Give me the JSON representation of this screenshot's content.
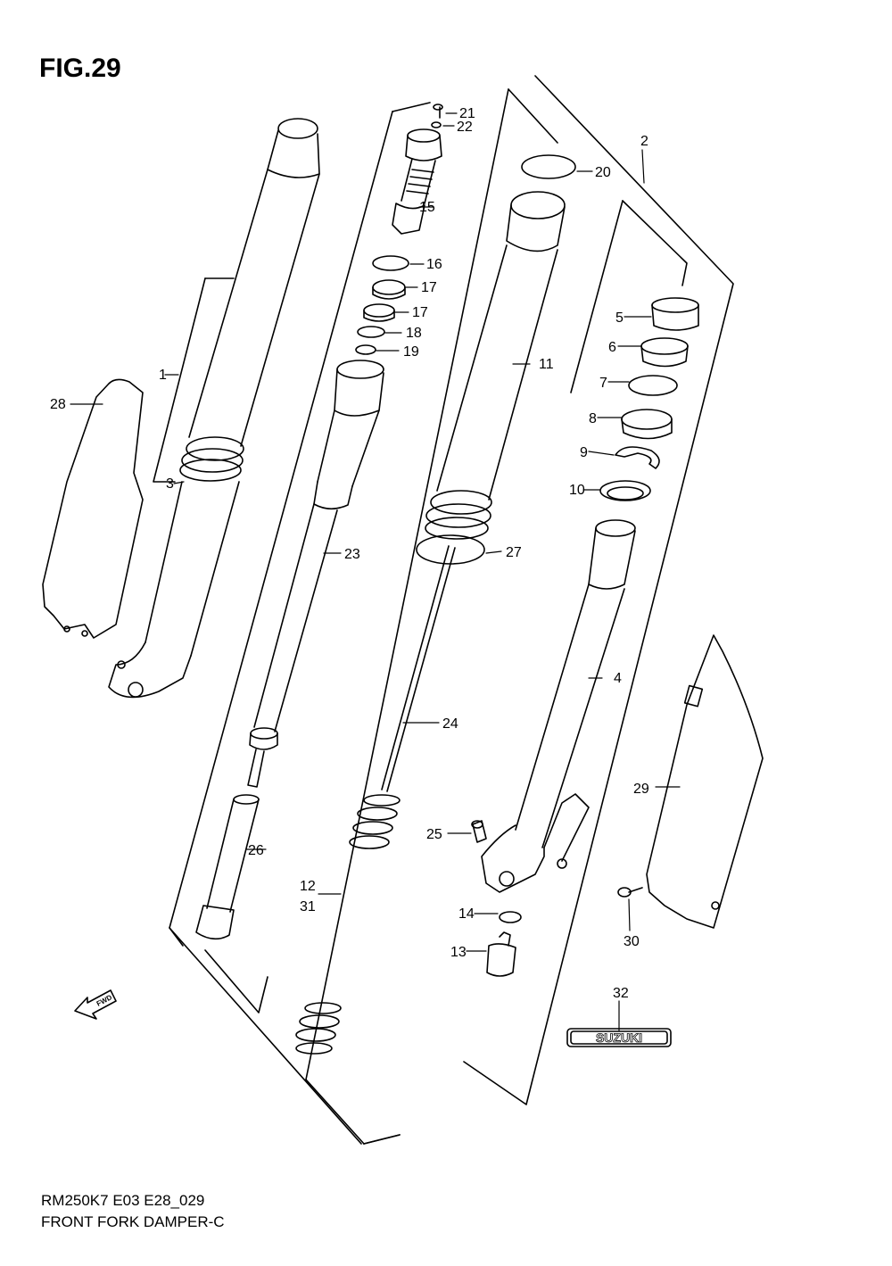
{
  "figure": {
    "title": "FIG.29",
    "code": "RM250K7 E03 E28_029",
    "name": "FRONT FORK DAMPER-C"
  },
  "fwd_label": "FWD",
  "emblem_text": "SUZUKI",
  "callouts": [
    "1",
    "2",
    "3",
    "4",
    "5",
    "6",
    "7",
    "8",
    "9",
    "10",
    "11",
    "12",
    "31",
    "13",
    "14",
    "15",
    "16",
    "17",
    "17",
    "18",
    "19",
    "20",
    "21",
    "22",
    "23",
    "24",
    "25",
    "26",
    "27",
    "28",
    "29",
    "30",
    "32"
  ]
}
